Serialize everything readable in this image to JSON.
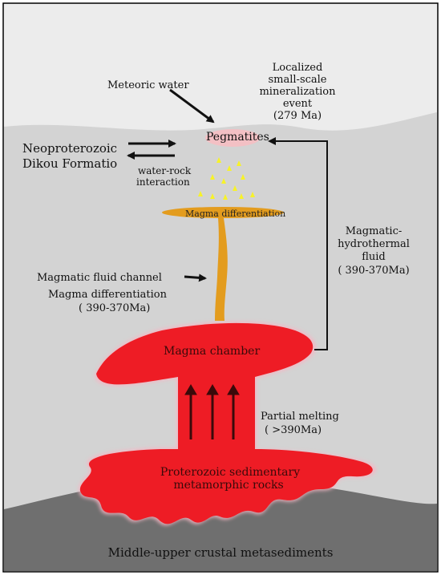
{
  "labels": {
    "meteoric_water": "Meteoric water",
    "localized_event": [
      "Localized",
      "small-scale",
      "mineralization",
      "event",
      "(279 Ma)"
    ],
    "pegmatites": "Pegmatites",
    "neoproterozoic": [
      "Neoproterozoic",
      "Dikou Formatio"
    ],
    "water_rock": [
      "water-rock",
      "interaction"
    ],
    "magma_differentiation_top": "Magma differentiation",
    "magmatic_hydrothermal": [
      "Magmatic-",
      "hydrothermal",
      "fluid",
      "( 390-370Ma)"
    ],
    "magmatic_fluid_channel": "Magmatic fluid channel",
    "magma_differentiation_age": [
      "Magma differentiation",
      "( 390-370Ma)"
    ],
    "magma_chamber": "Magma chamber",
    "partial_melting": [
      "Partial melting",
      "( >390Ma)"
    ],
    "proterozoic": [
      "Proterozoic sedimentary",
      "metamorphic rocks"
    ],
    "crust": "Middle-upper crustal metasediments"
  },
  "colors": {
    "background_sky": "#e6e6e6",
    "cover_layer": "#d2d2d2",
    "crust": "#707070",
    "magma": "#ee1c25",
    "magma_glow": "#f6b6c3",
    "differentiation": "#e39c1e",
    "fluid_drops": "#f7f229",
    "pegmatite": "#f3c0c4"
  }
}
